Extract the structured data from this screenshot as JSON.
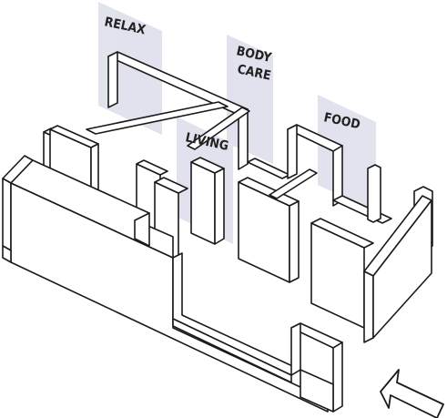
{
  "diagram": {
    "zones": [
      {
        "id": "relax",
        "label": "RELAX"
      },
      {
        "id": "body-care",
        "label_lines": [
          "BODY",
          "CARE"
        ]
      },
      {
        "id": "food",
        "label": "FOOD"
      },
      {
        "id": "living",
        "label": "LIVING"
      }
    ],
    "colors": {
      "banner": "#dcdeea",
      "wall_top": "#ffffff",
      "wall_side": "#ffffff",
      "wall_face": "#fbfbfb",
      "stroke": "#1a1a1a"
    }
  }
}
